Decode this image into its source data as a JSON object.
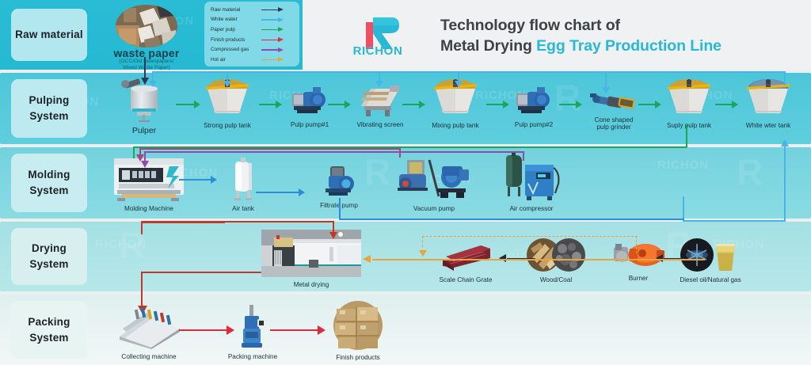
{
  "header": {
    "brand": "RICHON",
    "title_line1": "Technology flow chart of",
    "title_line2_plain": "Metal Drying ",
    "title_line2_highlight": "Egg Tray Production Line",
    "accent_color": "#29b8d6",
    "logo_pink": "#ef4e63"
  },
  "legend": {
    "items": [
      {
        "label": "Raw material",
        "color": "#2b3a55"
      },
      {
        "label": "White water",
        "color": "#49b4e8"
      },
      {
        "label": "Paper pulp",
        "color": "#1aa75a"
      },
      {
        "label": "Finish products",
        "color": "#e0293c"
      },
      {
        "label": "Compressed gas",
        "color": "#8e4bb0"
      },
      {
        "label": "Hot air",
        "color": "#e8a43a"
      }
    ]
  },
  "stages": {
    "raw": {
      "label": "Raw material"
    },
    "pulping": {
      "line1": "Pulping",
      "line2": "System"
    },
    "molding": {
      "line1": "Molding",
      "line2": "System"
    },
    "drying": {
      "line1": "Drying",
      "line2": "System"
    },
    "packing": {
      "line1": "Packing",
      "line2": "System"
    }
  },
  "raw_material": {
    "title": "waste paper",
    "sub_line1": "(OCC/Old Newspapers/",
    "sub_line2": "Mixed Waste Paper)"
  },
  "pulping_nodes": [
    {
      "name": "Pulper"
    },
    {
      "name": "Strong pulp tank"
    },
    {
      "name": "Pulp pump#1"
    },
    {
      "name": "Vibrating screen"
    },
    {
      "name": "Mixing pulp tank"
    },
    {
      "name": "Pulp pump#2"
    },
    {
      "name": "Cone shaped",
      "name2": "pulp grinder"
    },
    {
      "name": "Suply pulp tank"
    },
    {
      "name": "White wter tank"
    }
  ],
  "molding_nodes": [
    {
      "name": "Molding Machine"
    },
    {
      "name": "Air tank"
    },
    {
      "name": "Filtrate pump"
    },
    {
      "name": "Vacuum pump"
    },
    {
      "name": "Air compressor"
    }
  ],
  "drying_nodes": [
    {
      "name": "Metal drying"
    },
    {
      "name": "Scale Chain Grate"
    },
    {
      "name": "Wood/Coal"
    },
    {
      "name": "Burner"
    },
    {
      "name": "Diesel oil/Natural gas"
    }
  ],
  "packing_nodes": [
    {
      "name": "Collecting machine"
    },
    {
      "name": "Packing machine"
    },
    {
      "name": "Finish products"
    }
  ],
  "watermark_text": "RICHON",
  "chart_data": {
    "type": "diagram",
    "title": "Technology flow chart of Metal Drying Egg Tray Production Line",
    "flow_sections": [
      {
        "section": "Raw material",
        "nodes": [
          "waste paper"
        ]
      },
      {
        "section": "Pulping System",
        "nodes": [
          "Pulper",
          "Strong pulp tank",
          "Pulp pump#1",
          "Vibrating screen",
          "Mixing pulp tank",
          "Pulp pump#2",
          "Cone shaped pulp grinder",
          "Suply pulp tank",
          "White wter tank"
        ]
      },
      {
        "section": "Molding System",
        "nodes": [
          "Molding Machine",
          "Air tank",
          "Filtrate pump",
          "Vacuum pump",
          "Air compressor"
        ]
      },
      {
        "section": "Drying System",
        "nodes": [
          "Metal drying",
          "Scale Chain Grate",
          "Wood/Coal",
          "Burner",
          "Diesel oil/Natural gas"
        ]
      },
      {
        "section": "Packing System",
        "nodes": [
          "Collecting machine",
          "Packing machine",
          "Finish products"
        ]
      }
    ]
  }
}
